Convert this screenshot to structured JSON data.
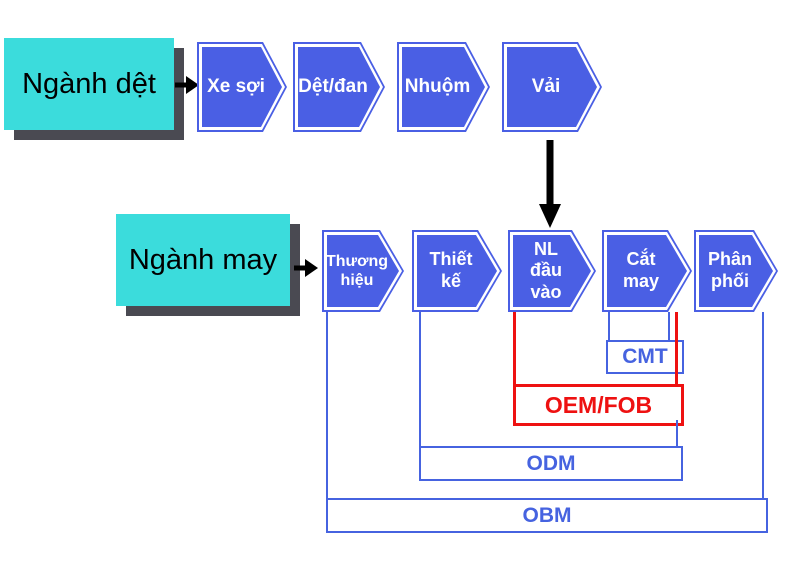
{
  "det_section": {
    "label": "Ngành dệt",
    "steps": [
      "Xe sợi",
      "Dệt/đan",
      "Nhuộm",
      "Vải"
    ]
  },
  "may_section": {
    "label": "Ngành may",
    "steps": [
      "Thương hiệu",
      "Thiết kế",
      "NL đầu vào",
      "Cắt may",
      "Phân phối"
    ]
  },
  "brackets": {
    "cmt": {
      "label": "CMT"
    },
    "oem_fob": {
      "label": "OEM/FOB"
    },
    "odm": {
      "label": "ODM"
    },
    "obm": {
      "label": "OBM"
    }
  },
  "icons": {
    "arrow_right_det": "arrow-right-icon",
    "arrow_right_may": "arrow-right-icon",
    "arrow_down": "arrow-down-icon"
  },
  "colors": {
    "chevron_blue": "#4A5FE4",
    "cyan_box": "#3BDCDC",
    "box_shadow": "#4a4a52",
    "bracket_blue": "#4663E0",
    "bracket_red": "#EE1111",
    "arrow_black": "#000000"
  }
}
